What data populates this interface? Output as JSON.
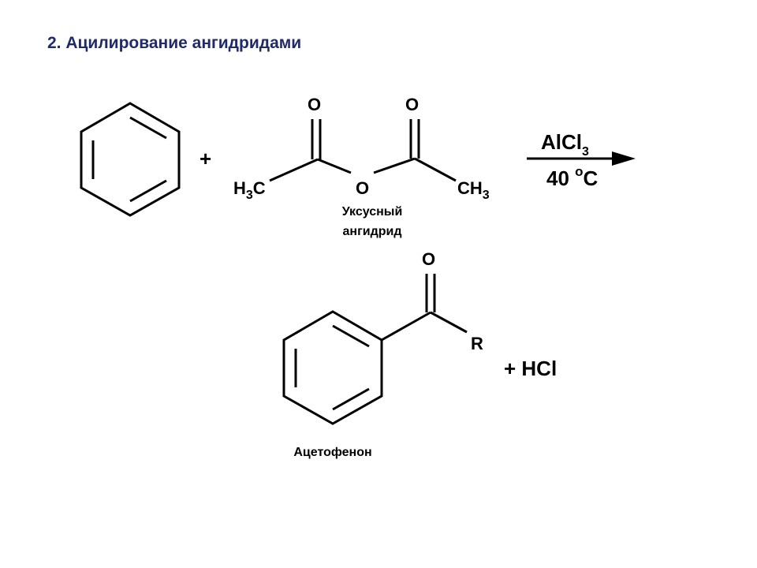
{
  "slide": {
    "title": "2. Ацилирование ангидридами"
  },
  "reactants": {
    "plus_sign": "+",
    "anhydride": {
      "left_carbonyl_o": "O",
      "right_carbonyl_o": "O",
      "bridge_o": "O",
      "left_methyl": {
        "main": "H",
        "sub": "3",
        "tail": "C"
      },
      "right_methyl": {
        "main": "CH",
        "sub": "3"
      },
      "name_line1": "Уксусный",
      "name_line2": "ангидрид"
    }
  },
  "conditions": {
    "catalyst": {
      "main": "AlCl",
      "sub": "3"
    },
    "temperature": {
      "value": "40 ",
      "sup": "o",
      "unit": "C"
    }
  },
  "products": {
    "carbonyl_o": "O",
    "substituent": "R",
    "byproduct": "+ HCl",
    "name": "Ацетофенон"
  },
  "colors": {
    "title": "#1f2a6b",
    "ink": "#000000",
    "background": "#ffffff"
  }
}
